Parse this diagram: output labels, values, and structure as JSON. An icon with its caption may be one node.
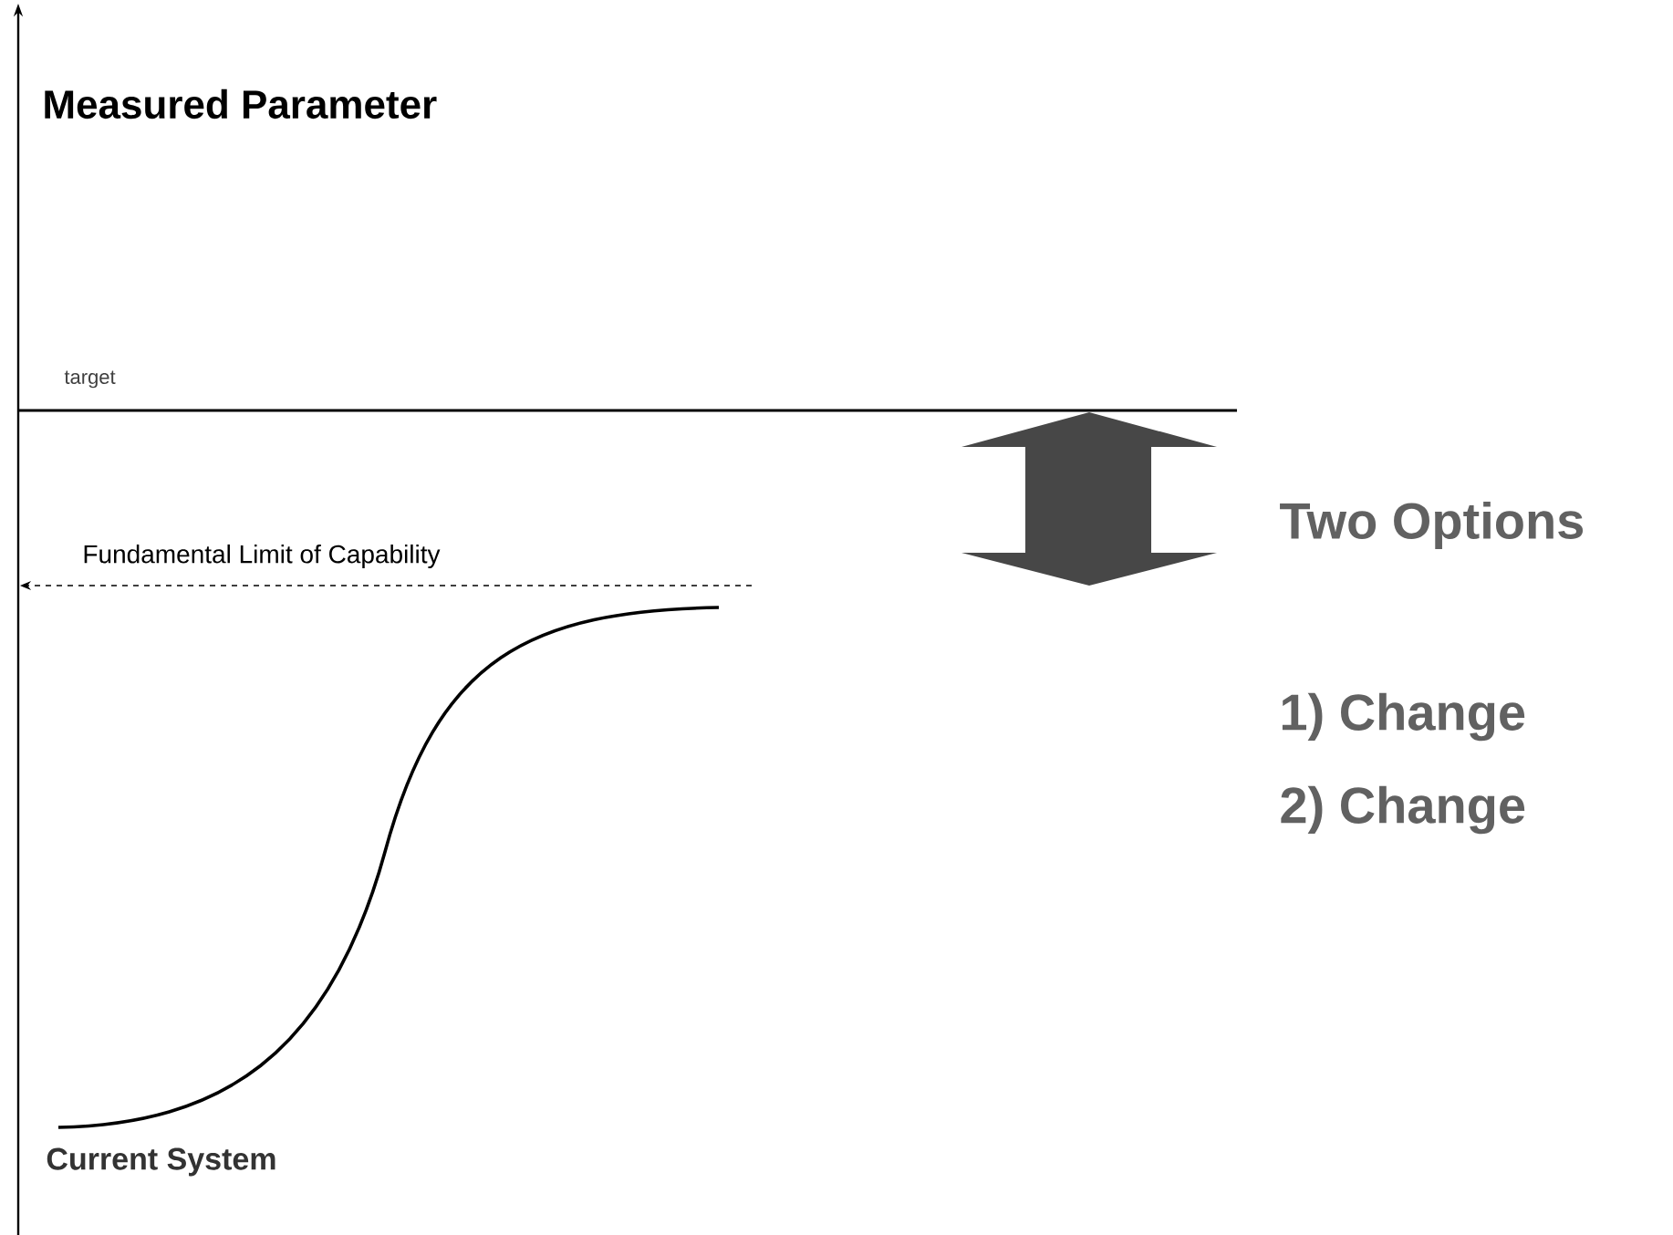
{
  "diagram": {
    "labels": [
      "Measured Parameter",
      "target",
      "Fundamental Limit of Capability",
      "Two Options",
      "1) Change",
      "2) Change",
      "Current System"
    ]
  }
}
